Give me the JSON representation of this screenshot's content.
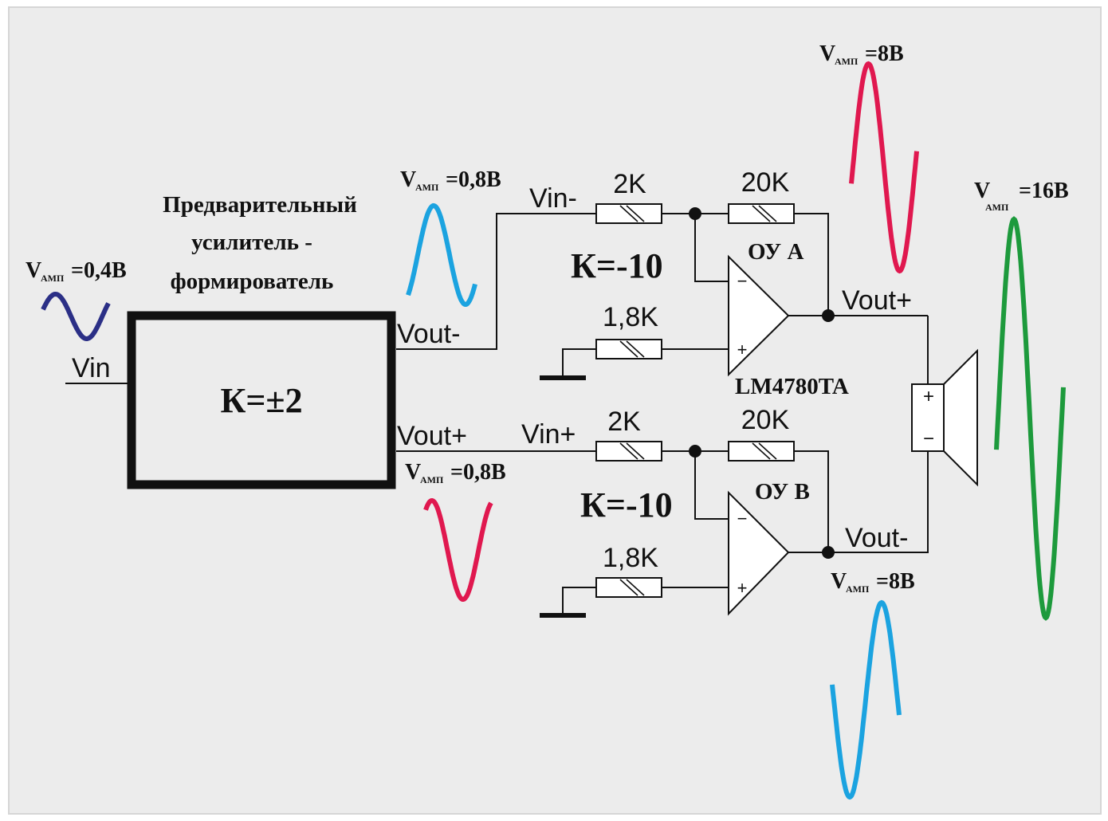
{
  "preamp": {
    "title_line1": "Предварительный",
    "title_line2": "усилитель -",
    "title_line3": "формирователь",
    "gain": "К=±2"
  },
  "input": {
    "label": "Vin",
    "amp_v": "V",
    "amp_sub": "АМП",
    "amp_value": "=0,4В"
  },
  "preamp_outputs": {
    "vout_minus": "Vout-",
    "vout_plus": "Vout+",
    "minus_amp_v": "V",
    "minus_amp_sub": "АМП",
    "minus_amp_value": "=0,8В",
    "plus_amp_v": "V",
    "plus_amp_sub": "АМП",
    "plus_amp_value": "=0,8В"
  },
  "stage_a": {
    "vin_label": "Vin-",
    "r_in": "2K",
    "r_fb": "20K",
    "r_ground": "1,8K",
    "gain": "К=-10",
    "opamp_label": "ОУ А",
    "minus_sign": "−",
    "plus_sign": "+",
    "vout_label": "Vout+",
    "amp_v": "V",
    "amp_sub": "АМП",
    "amp_value": "=8В"
  },
  "stage_b": {
    "vin_label": "Vin+",
    "r_in": "2K",
    "r_fb": "20K",
    "r_ground": "1,8K",
    "gain": "К=-10",
    "opamp_label": "ОУ В",
    "minus_sign": "−",
    "plus_sign": "+",
    "vout_label": "Vout-",
    "amp_v": "V",
    "amp_sub": "АМП",
    "amp_value": "=8В"
  },
  "chip_label": "LM4780TA",
  "speaker": {
    "plus": "+",
    "minus": "−"
  },
  "total": {
    "amp_v": "V",
    "amp_sub": "АМП",
    "amp_value": "=16В"
  },
  "colors": {
    "input_wave": "#2b2f86",
    "blue_wave": "#1ba3e0",
    "red_wave": "#e0184f",
    "green_wave": "#1d9a3c"
  }
}
